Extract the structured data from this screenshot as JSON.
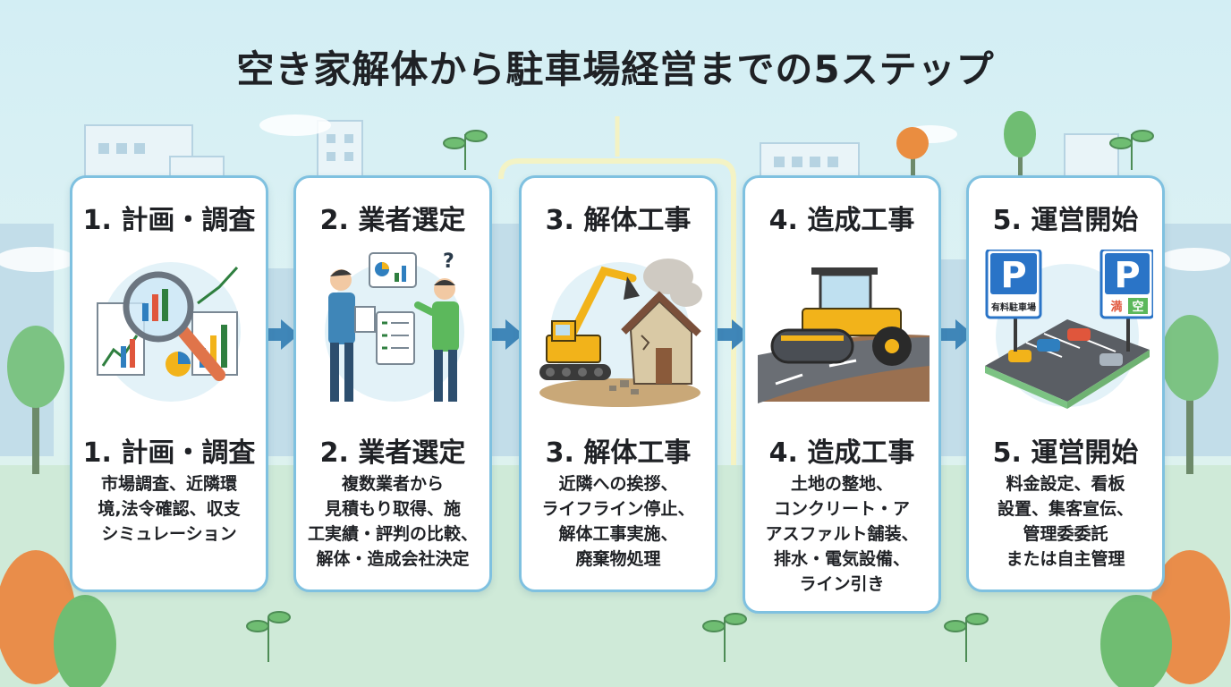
{
  "title": "空き家解体から駐車場経営までの5ステップ",
  "colors": {
    "card_border": "#7fc1e0",
    "arrow": "#3f86b8",
    "machine_yellow": "#f2b31a",
    "sign_blue": "#2a74c7"
  },
  "steps": [
    {
      "heading": "1. 計画・調査",
      "illustration": "magnifier-charts-icon",
      "lines": [
        "市場調査、近隣環",
        "境,法令確認、収支",
        "シミュレーション"
      ]
    },
    {
      "heading": "2. 業者選定",
      "illustration": "consultation-people-icon",
      "lines": [
        "複数業者から",
        "見積もり取得、施",
        "工実績・評判の比較、",
        "解体・造成会社決定"
      ]
    },
    {
      "heading": "3. 解体工事",
      "illustration": "excavator-house-icon",
      "lines": [
        "近隣への挨拶、",
        "ライフライン停止、",
        "解体工事実施、",
        "廃棄物処理"
      ]
    },
    {
      "heading": "4. 造成工事",
      "illustration": "road-roller-icon",
      "lines": [
        "土地の整地、",
        "コンクリート・ア",
        "アスファルト舗装、",
        "排水・電気設備、",
        "ライン引き"
      ]
    },
    {
      "heading": "5. 運営開始",
      "illustration": "parking-lot-icon",
      "lines": [
        "料金設定、看板",
        "設置、集客宣伝、",
        "管理委委託",
        "または自主管理"
      ],
      "sign_left": "有料駐車場",
      "sign_right_a": "満",
      "sign_right_b": "空"
    }
  ]
}
